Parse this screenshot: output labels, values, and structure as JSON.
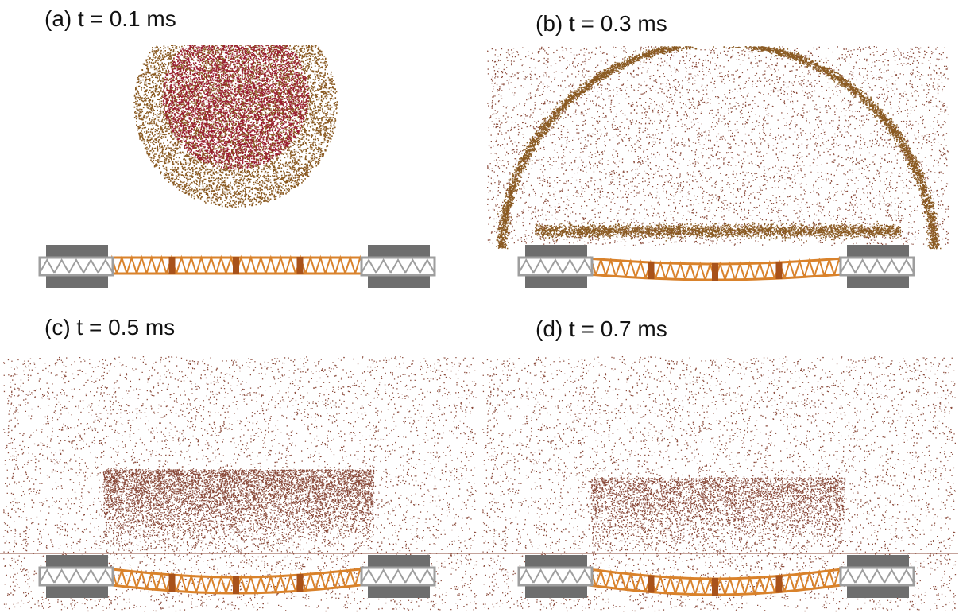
{
  "panels": [
    {
      "id": "a",
      "label": "(a) t = 0.1 ms"
    },
    {
      "id": "b",
      "label": "(b) t = 0.3 ms"
    },
    {
      "id": "c",
      "label": "(c) t = 0.5 ms"
    },
    {
      "id": "d",
      "label": "(d) t = 0.7 ms"
    }
  ],
  "colors": {
    "background": "#ffffff",
    "blast_core": "#9b1b30",
    "blast_shell": "#8a5a22",
    "dust_particles": "#8a4a3a",
    "truss_core": "#d9822b",
    "truss_node": "#a8521a",
    "support_block": "#6e6e6e",
    "support_frame": "#9e9e9e"
  }
}
